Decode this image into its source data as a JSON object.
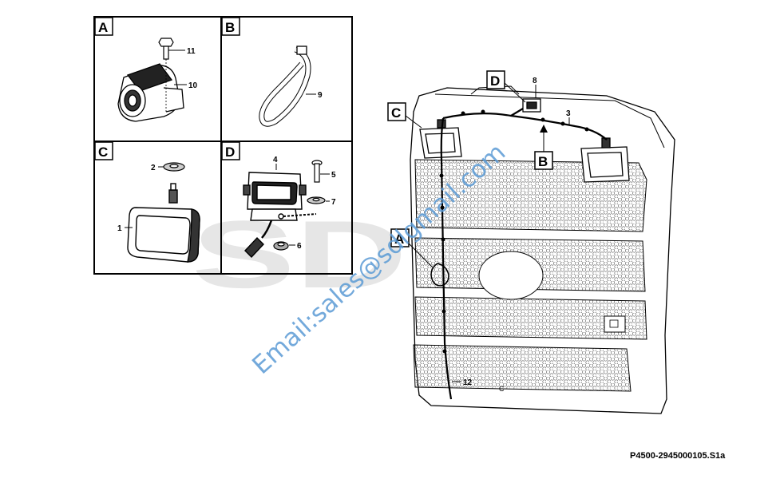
{
  "watermark": {
    "logo_text": "SDLG",
    "email": "Email:sales@sdlgmail.com"
  },
  "figure_code": "P4500-2945000105.S1a",
  "detail_panels": [
    {
      "letter": "A",
      "parts": [
        "11",
        "10"
      ]
    },
    {
      "letter": "B",
      "parts": [
        "9"
      ]
    },
    {
      "letter": "C",
      "parts": [
        "2",
        "1"
      ]
    },
    {
      "letter": "D",
      "parts": [
        "4",
        "5",
        "7",
        "6"
      ]
    }
  ],
  "main_view": {
    "callouts": {
      "C": "C",
      "D": "D",
      "B": "B",
      "A": "A"
    },
    "parts": {
      "p8": "8",
      "p3": "3",
      "p12": "12"
    },
    "grille_mark": "C"
  }
}
